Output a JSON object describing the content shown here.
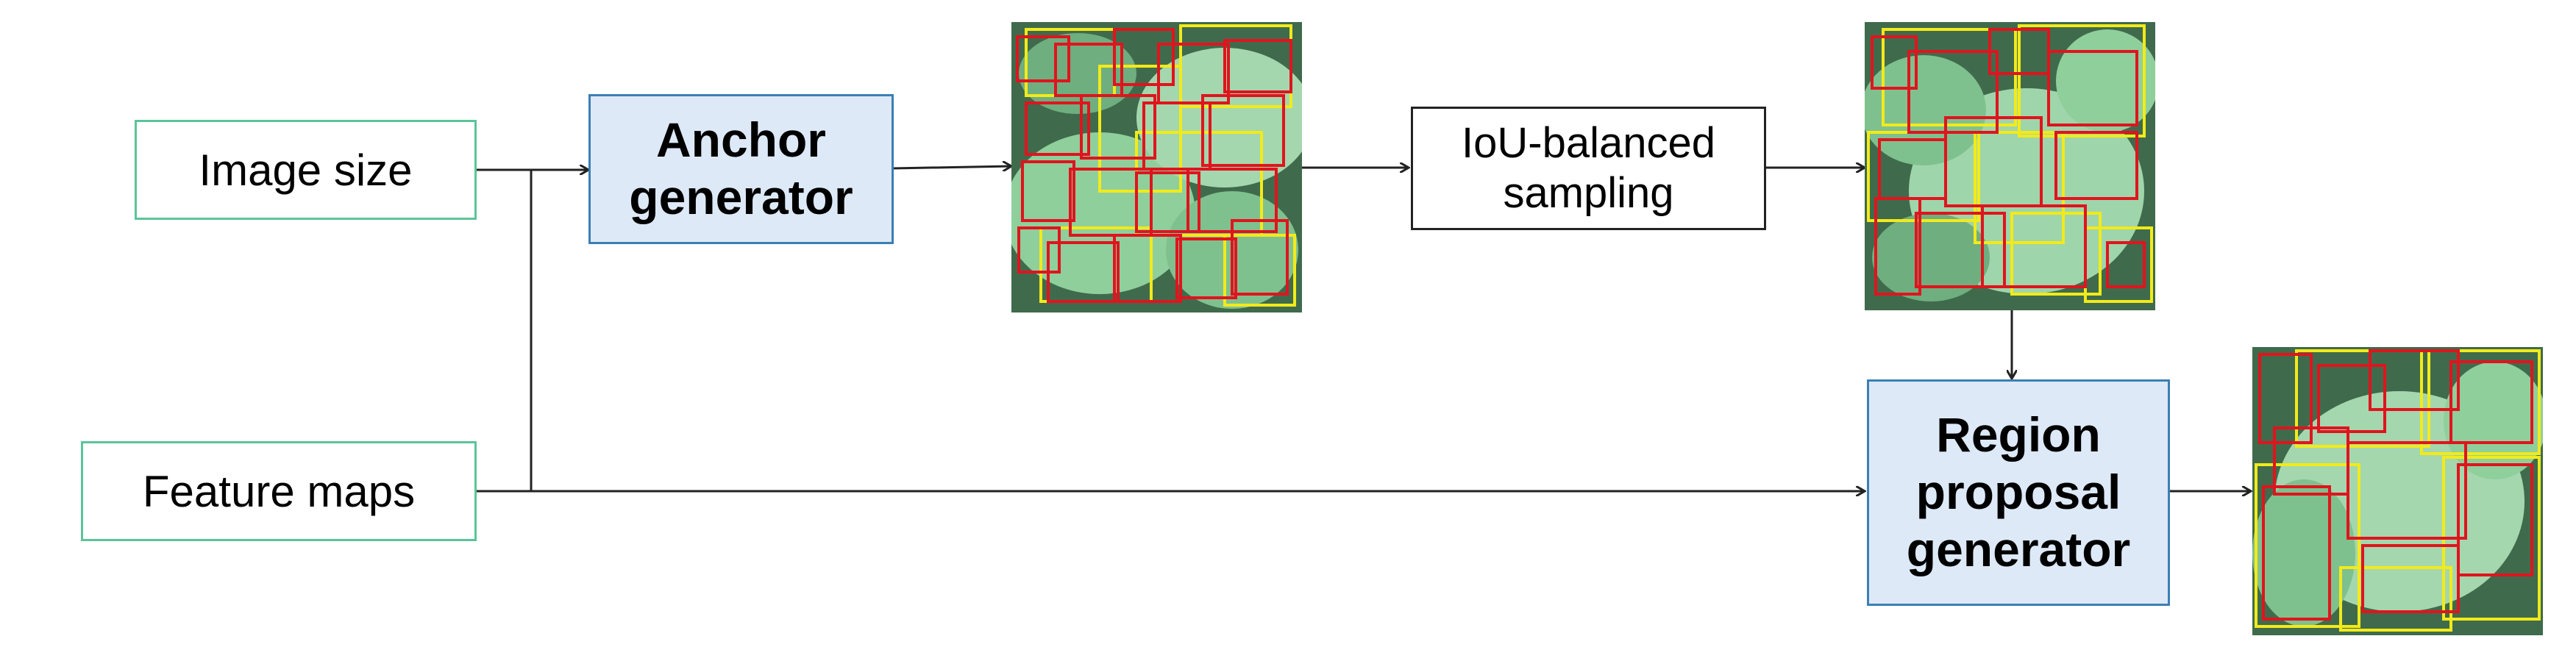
{
  "nodes": {
    "image_size": "Image size",
    "feature_maps": "Feature maps",
    "anchor_generator": "Anchor\ngenerator",
    "iou_sampling": "IoU-balanced\nsampling",
    "region_proposal": "Region\nproposal\ngenerator"
  },
  "colors": {
    "input_border": "#5cc49a",
    "process_border": "#3b7fb5",
    "process_fill": "#dde9f6",
    "arrow": "#222222",
    "anchor_box_red": "#e0141e",
    "anchor_box_yellow": "#f2ea1a",
    "leaf_green": "#8fcf9c"
  },
  "images": [
    {
      "name": "all-anchors-image",
      "content": "leaf photo with dense red and yellow anchor boxes"
    },
    {
      "name": "sampled-anchors-image",
      "content": "leaf photo with sampled red and yellow anchor boxes"
    },
    {
      "name": "proposals-image",
      "content": "leaf photo with region proposal boxes"
    }
  ]
}
